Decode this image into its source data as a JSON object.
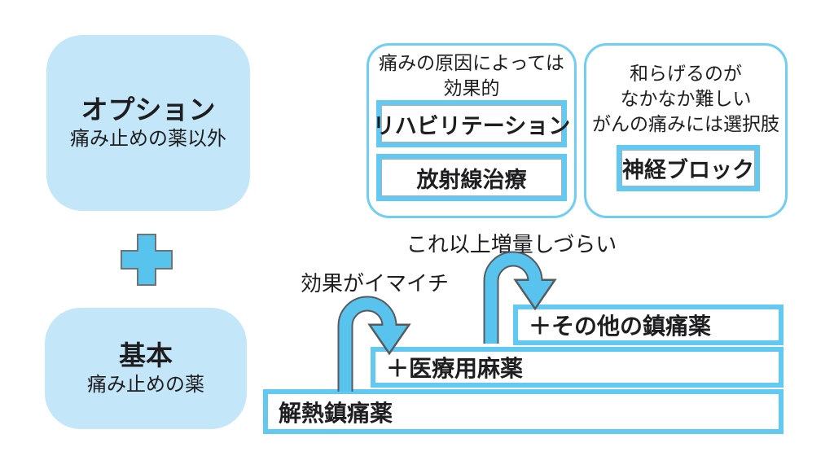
{
  "colors": {
    "card_fill": "#c3e6f8",
    "accent_blue": "#58c3ec",
    "box_border_blue": "#62caf2",
    "container_border_blue": "#70cdf3",
    "outline_gray": "#565b60",
    "text": "#1e1e20"
  },
  "left_column": {
    "option_box": {
      "title": "オプション",
      "subtitle": "痛み止めの薬以外"
    },
    "plus_icon": "plus",
    "basic_box": {
      "title": "基本",
      "subtitle": "痛み止めの薬"
    }
  },
  "option_groups": [
    {
      "caption_lines": [
        "痛みの原因によっては",
        "効果的"
      ],
      "items": [
        {
          "label": "リハビリテーション"
        },
        {
          "label": "放射線治療"
        }
      ]
    },
    {
      "caption_lines": [
        "和らげるのが",
        "なかなか難しい",
        "がんの痛みには選択肢"
      ],
      "items": [
        {
          "label": "神経ブロック"
        }
      ]
    }
  ],
  "ladder": {
    "steps": [
      {
        "label": "解熱鎮痛薬"
      },
      {
        "label": "＋医療用麻薬"
      },
      {
        "label": "＋その他の鎮痛薬"
      }
    ],
    "arrows": [
      {
        "label": "効果がイマイチ"
      },
      {
        "label": "これ以上増量しづらい"
      }
    ]
  }
}
